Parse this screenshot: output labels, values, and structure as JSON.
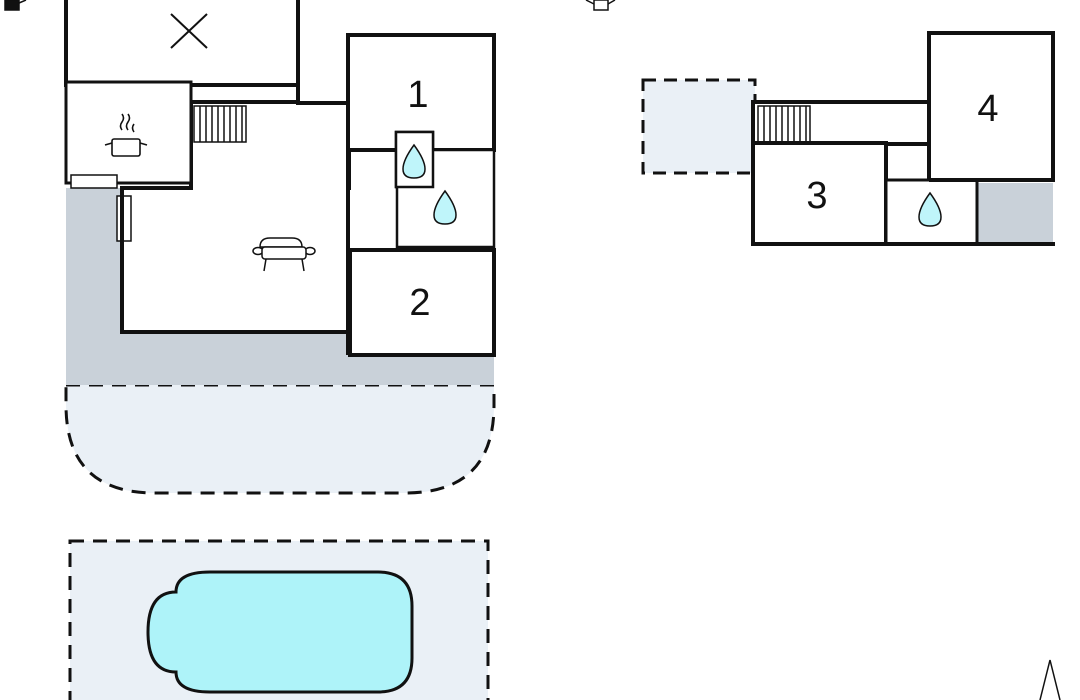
{
  "colors": {
    "wall": "#111111",
    "terrace": "#c9d1d9",
    "outdoor_area": "#eaf0f6",
    "pool_water": "#aef3f9",
    "background": "#ffffff"
  },
  "floors": [
    {
      "rooms": [
        {
          "number": "1"
        },
        {
          "number": "2"
        }
      ],
      "icons": [
        "cross-icon",
        "cooking-pot-icon",
        "staircase-icon",
        "water-drop-icon",
        "water-drop-icon",
        "sofa-icon",
        "radiator-icon"
      ]
    },
    {
      "rooms": [
        {
          "number": "3"
        },
        {
          "number": "4"
        }
      ],
      "icons": [
        "staircase-icon",
        "water-drop-icon"
      ]
    }
  ]
}
